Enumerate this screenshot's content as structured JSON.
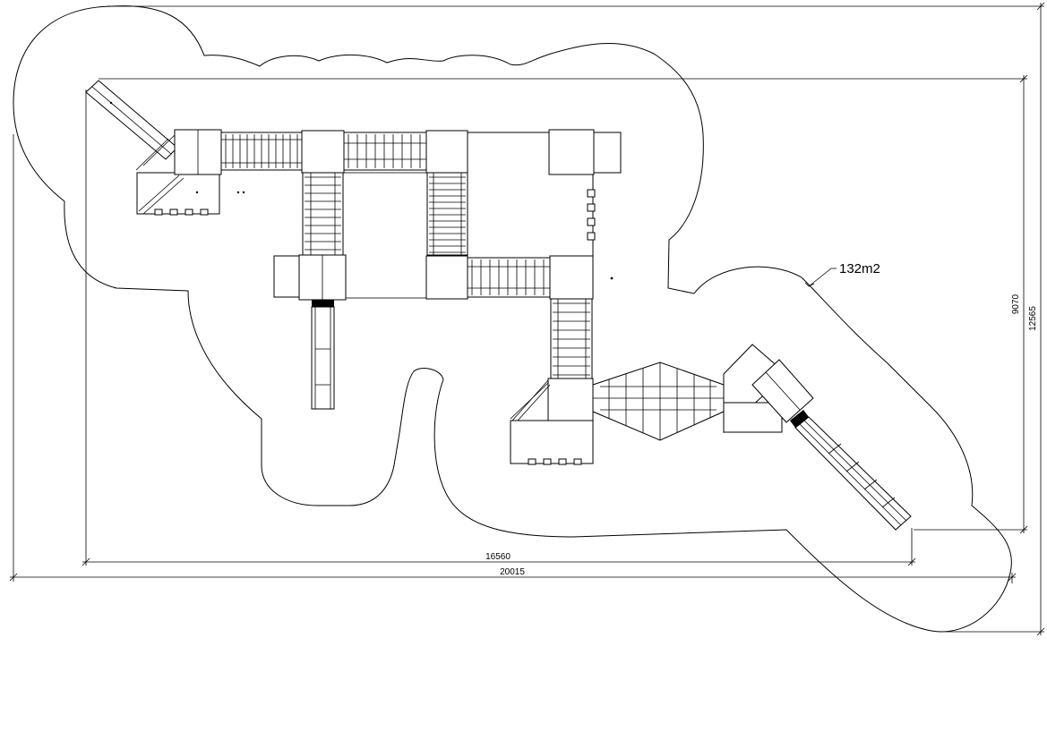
{
  "drawing": {
    "safety_area_label": "132m2",
    "dimensions": {
      "inner_width": "16560",
      "outer_width": "20015",
      "inner_height": "9070",
      "outer_height": "12565"
    }
  },
  "colors": {
    "line": "#000000",
    "background": "#ffffff"
  }
}
